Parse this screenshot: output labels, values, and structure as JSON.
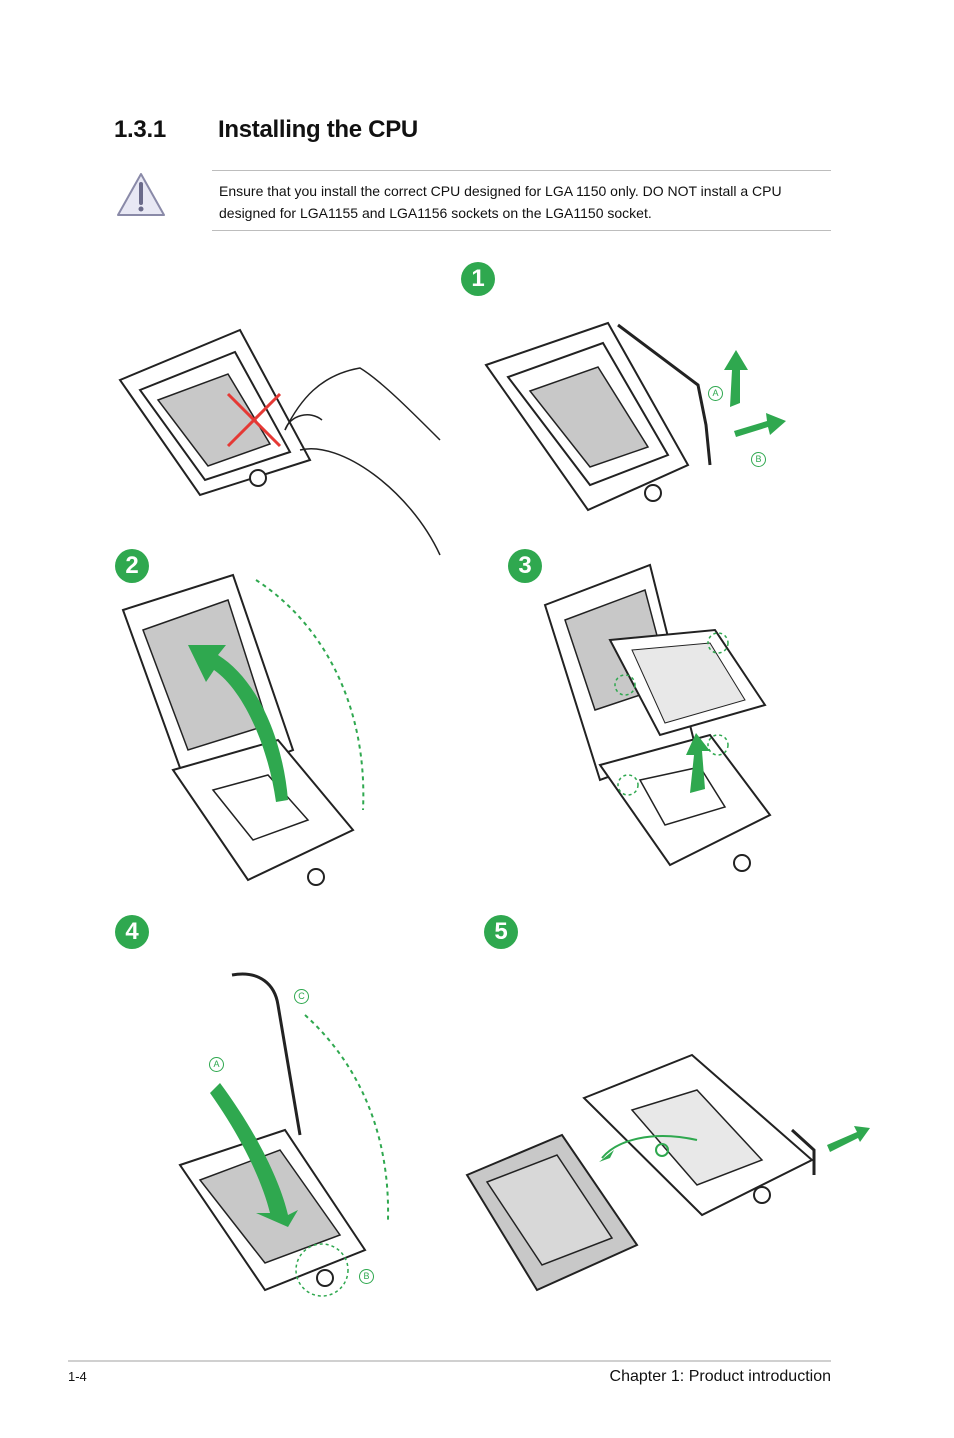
{
  "heading": {
    "number": "1.3.1",
    "title": "Installing the CPU"
  },
  "note": {
    "icon": "warning-triangle-icon",
    "text": "Ensure that you install the correct CPU designed for LGA 1150 only. DO NOT install a CPU designed for LGA1155 and LGA1156 sockets on the LGA1150 socket."
  },
  "steps": [
    {
      "number": "1",
      "sublabels": [
        "A",
        "B"
      ]
    },
    {
      "number": "2",
      "sublabels": []
    },
    {
      "number": "3",
      "sublabels": []
    },
    {
      "number": "4",
      "sublabels": [
        "A",
        "B",
        "C"
      ]
    },
    {
      "number": "5",
      "sublabels": []
    }
  ],
  "footer": {
    "page": "1-4",
    "chapter": "Chapter 1: Product introduction"
  },
  "colors": {
    "accent": "#2fa84f",
    "cross": "#e53935",
    "plate": "#c8c8c8"
  }
}
